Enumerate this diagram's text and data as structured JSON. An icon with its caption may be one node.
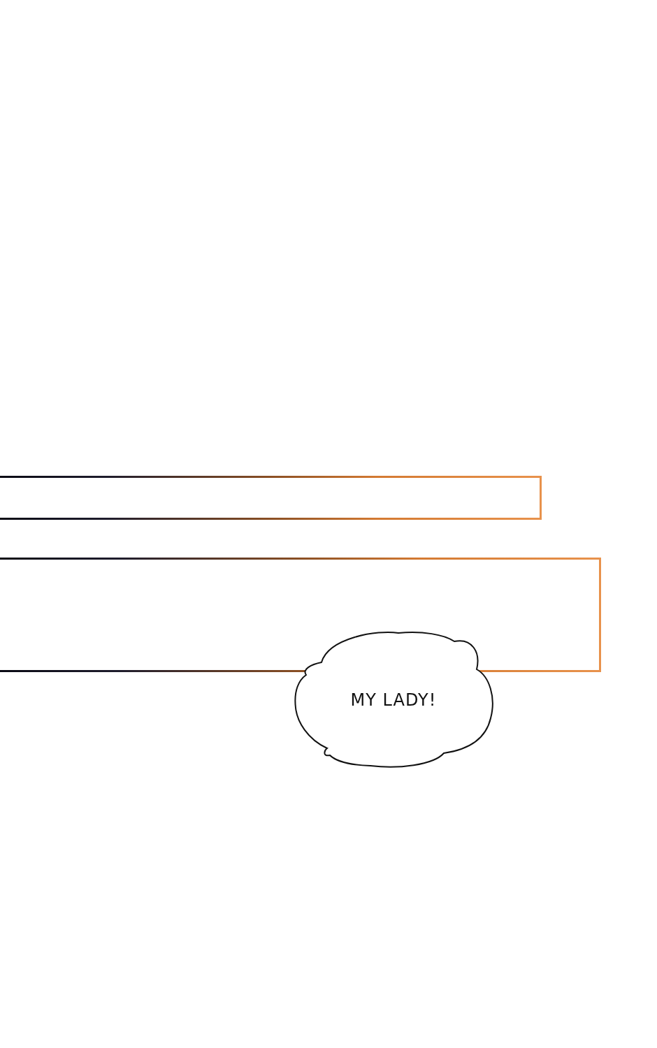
{
  "diagram": {
    "nodes": [
      {
        "text": [],
        "shape": "box"
      },
      {
        "text": [],
        "shape": "box"
      },
      {
        "text": [
          "MY LADY!"
        ]
      }
    ]
  }
}
